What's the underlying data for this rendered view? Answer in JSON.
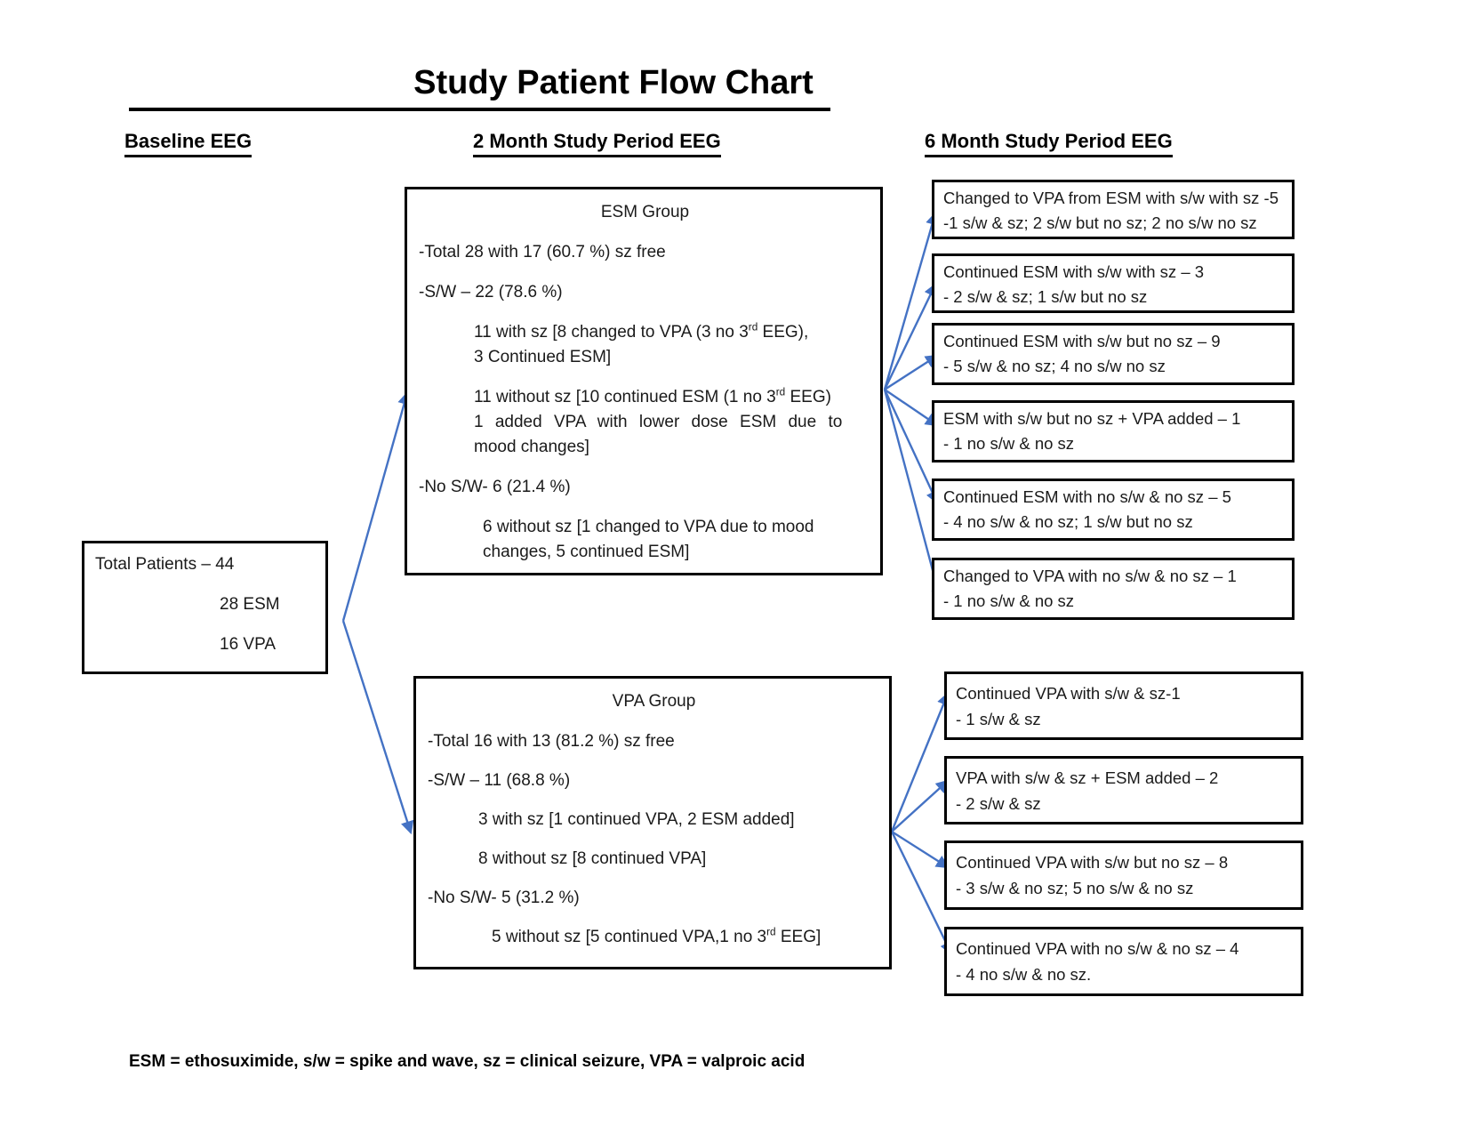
{
  "title": "Study Patient Flow Chart",
  "column_headers": {
    "baseline": "Baseline EEG",
    "two_month": "2 Month Study Period EEG",
    "six_month": "6 Month Study Period EEG"
  },
  "total_box": {
    "total_line": "Total Patients – 44",
    "esm_count": "28 ESM",
    "vpa_count": "16 VPA"
  },
  "esm_box": {
    "heading": "ESM Group",
    "total_line": "-Total 28 with 17 (60.7 %) sz free",
    "sw_line": "-S/W – 22 (78.6 %)",
    "with_sz": {
      "pre": "11 with sz [8 changed to VPA (3 no 3",
      "sup": "rd",
      "post": " EEG),"
    },
    "with_sz_cont": "3 Continued ESM]",
    "without_sz": {
      "pre": "11 without sz [10 continued ESM (1 no 3",
      "sup": "rd",
      "post": " EEG)"
    },
    "without_sz_cont1": "1 added VPA with lower dose ESM due to",
    "without_sz_cont2": "mood changes]",
    "no_sw_line": "-No S/W- 6 (21.4 %)",
    "no_sw_detail1": "6 without sz [1 changed to VPA due to mood",
    "no_sw_detail2": "changes, 5 continued ESM]"
  },
  "vpa_box": {
    "heading": "VPA Group",
    "total_line": "-Total 16 with 13 (81.2 %) sz free",
    "sw_line": "-S/W – 11 (68.8 %)",
    "with_sz_line": "3 with sz [1 continued VPA, 2 ESM added]",
    "without_sz_line": "8 without sz [8 continued VPA]",
    "no_sw_line": "-No S/W- 5 (31.2 %)",
    "no_sw_detail": {
      "pre": "5 without sz [5 continued VPA,1 no 3",
      "sup": "rd",
      "post": " EEG]"
    }
  },
  "esm_outcomes": [
    {
      "line1": "Changed to VPA from ESM with s/w with sz -5",
      "line2": "-1 s/w & sz; 2 s/w but no sz; 2 no s/w no sz"
    },
    {
      "line1": "Continued ESM with s/w with sz – 3",
      "line2": "- 2 s/w & sz; 1 s/w but no sz"
    },
    {
      "line1": "Continued ESM with s/w but no sz – 9",
      "line2": "- 5 s/w & no sz; 4 no s/w no sz"
    },
    {
      "line1": "ESM with s/w but no sz + VPA added – 1",
      "line2": "- 1 no s/w & no sz"
    },
    {
      "line1": "Continued ESM with no s/w & no sz – 5",
      "line2": "- 4 no s/w & no sz; 1 s/w but no sz"
    },
    {
      "line1": "Changed to VPA with no s/w & no sz – 1",
      "line2": "- 1 no s/w & no sz"
    }
  ],
  "vpa_outcomes": [
    {
      "line1": "Continued VPA with s/w & sz-1",
      "line2": "- 1 s/w & sz"
    },
    {
      "line1": "VPA with s/w & sz + ESM added – 2",
      "line2": "- 2 s/w & sz"
    },
    {
      "line1": "Continued VPA with s/w but no sz – 8",
      "line2": "- 3 s/w & no sz; 5 no s/w & no sz"
    },
    {
      "line1": "Continued VPA with no s/w & no sz – 4",
      "line2": "- 4 no s/w & no sz."
    }
  ],
  "legend": "ESM = ethosuximide, s/w = spike and wave, sz = clinical seizure, VPA = valproic acid",
  "arrow_color": "#4472C4"
}
